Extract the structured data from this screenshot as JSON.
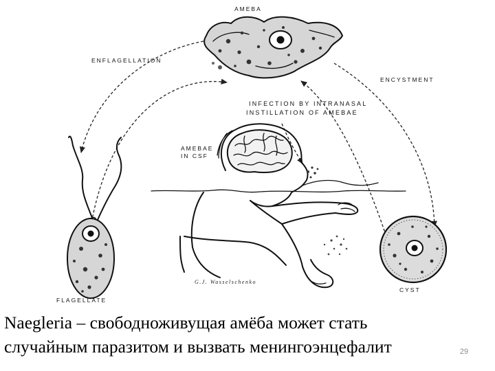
{
  "diagram": {
    "labels": {
      "ameba": "AMEBA",
      "enflagellation": "ENFLAGELLATION",
      "encystment": "ENCYSTMENT",
      "infection_line1": "INFECTION BY INTRANASAL",
      "infection_line2": "INSTILLATION OF AMEBAE",
      "amebae_line1": "AMEBAE",
      "amebae_line2": "IN CSF",
      "flagellate": "FLAGELLATE",
      "cyst": "CYST",
      "signature": "G.J. Wasselschenko"
    }
  },
  "caption": {
    "line1": "Naegleria – свободноживущая амёба может стать",
    "line2": "случайным паразитом и вызвать менингоэнцефалит"
  },
  "page_number": "29"
}
